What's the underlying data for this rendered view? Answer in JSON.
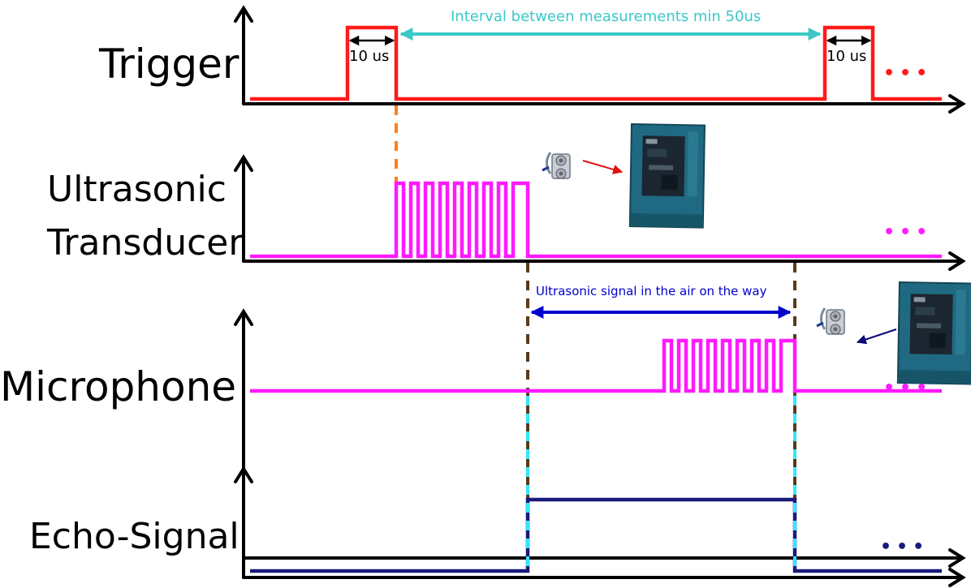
{
  "labels": {
    "trigger": "Trigger",
    "transducer_line1": "Ultrasonic",
    "transducer_line2": "Transducer",
    "microphone": "Microphone",
    "echo": "Echo-Signal"
  },
  "annotations": {
    "pulse_width_1": "10 us",
    "pulse_width_2": "10 us",
    "interval": "Interval between measurements min 50us",
    "air_time": "Ultrasonic signal in the air on the way"
  },
  "continuation": "•••",
  "pictures": {
    "sensor_to_board": "hc-sr04-sensor and arduino-board in box",
    "board_to_sensor": "arduino-board in box and hc-sr04-sensor"
  },
  "colors": {
    "trigger": "#ff1a1a",
    "transducer": "#ff1aff",
    "microphone": "#ff1aff",
    "echo": "#1a1a7a",
    "interval_arrow": "#3cc8c8",
    "air_arrow": "#0000cc",
    "dash_orange": "#ff7f1a",
    "dash_brown": "#5a3a1a",
    "dash_cyan": "#33e6ff",
    "box_teal": "#1f6a82",
    "board_dark": "#1c2630"
  }
}
